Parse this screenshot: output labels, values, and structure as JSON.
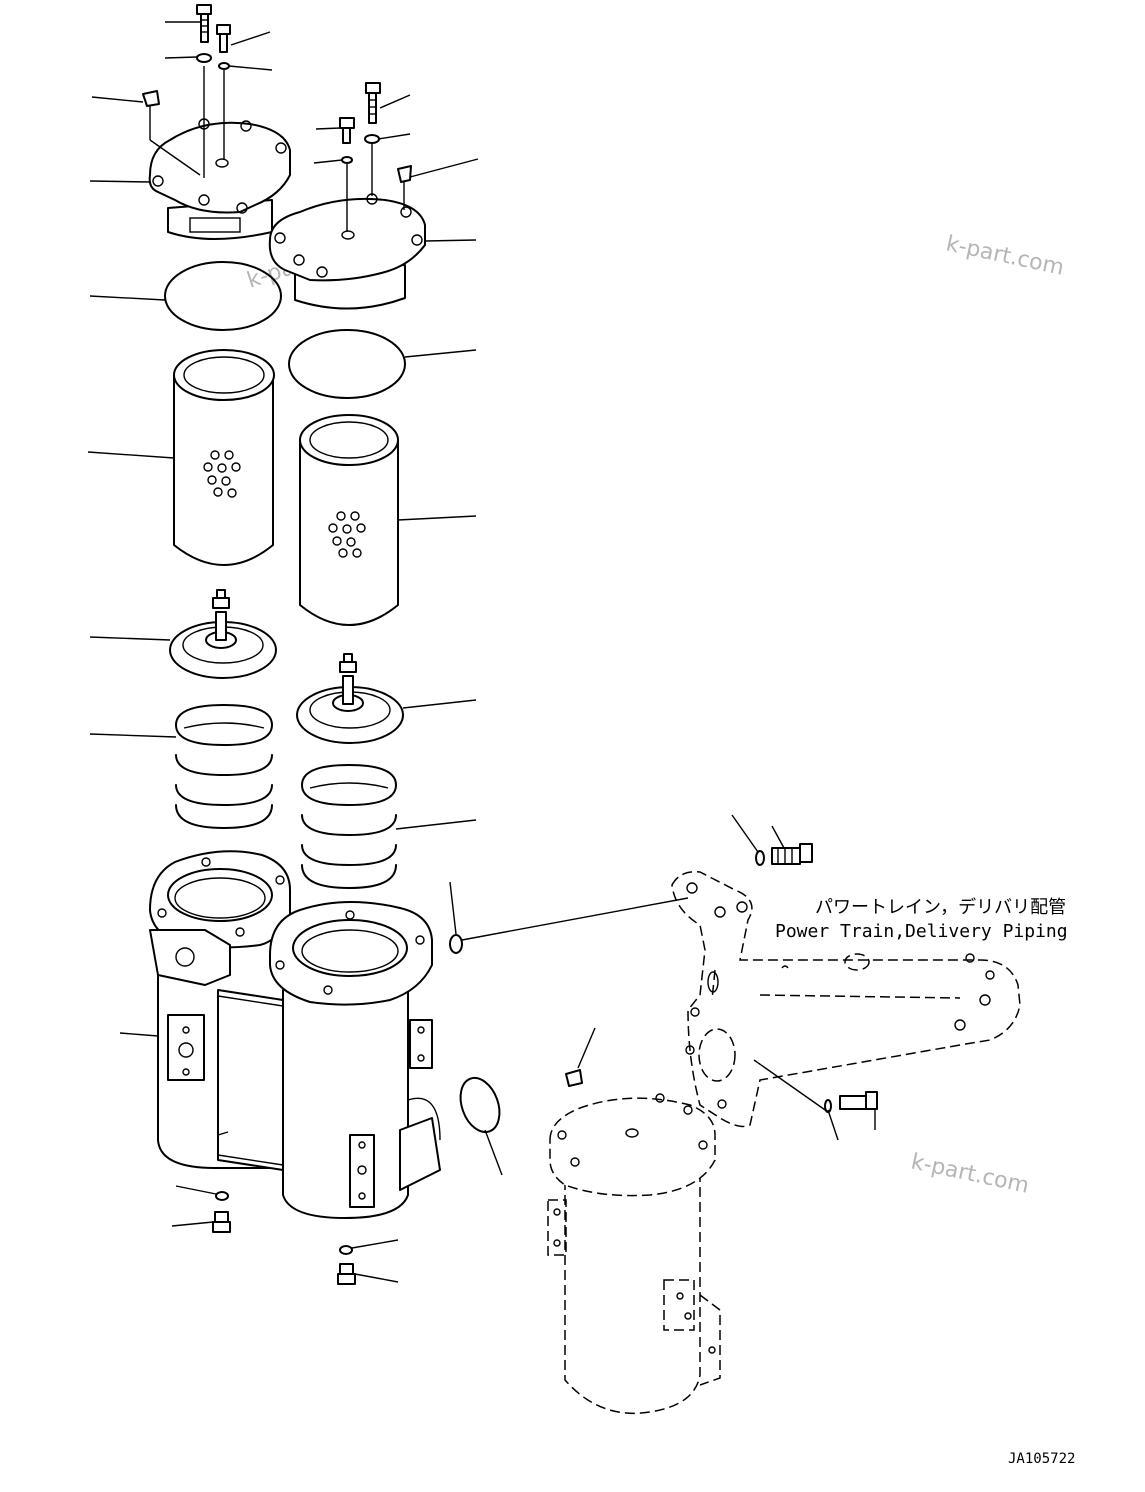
{
  "annotation": {
    "japanese": "パワートレイン，デリバリ配管",
    "english": "Power Train,Delivery Piping"
  },
  "drawing_number": "JA105722",
  "watermark": "k-part.com"
}
